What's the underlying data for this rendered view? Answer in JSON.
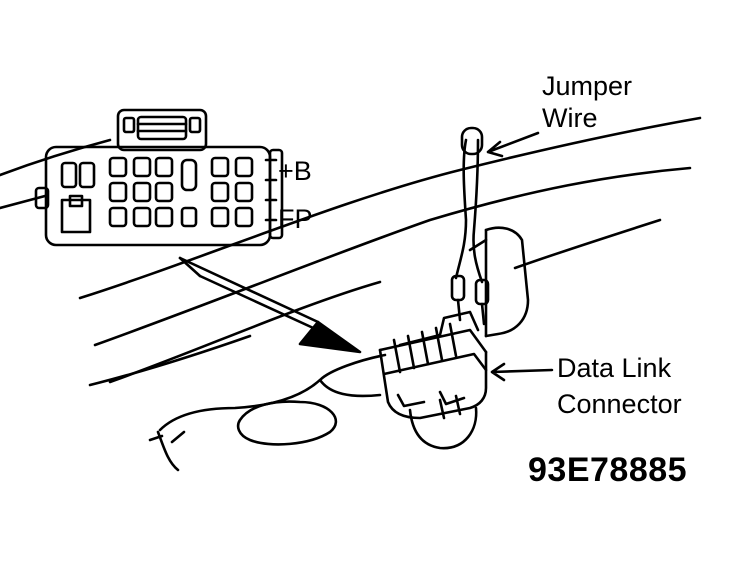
{
  "labels": {
    "plus_b": "+B",
    "fp": "FP",
    "jumper_line1": "Jumper",
    "jumper_line2": "Wire",
    "dlc_line1": "Data Link",
    "dlc_line2": "Connector",
    "figure_code": "93E78885"
  },
  "colors": {
    "ink": "#000000",
    "paper": "#ffffff"
  }
}
